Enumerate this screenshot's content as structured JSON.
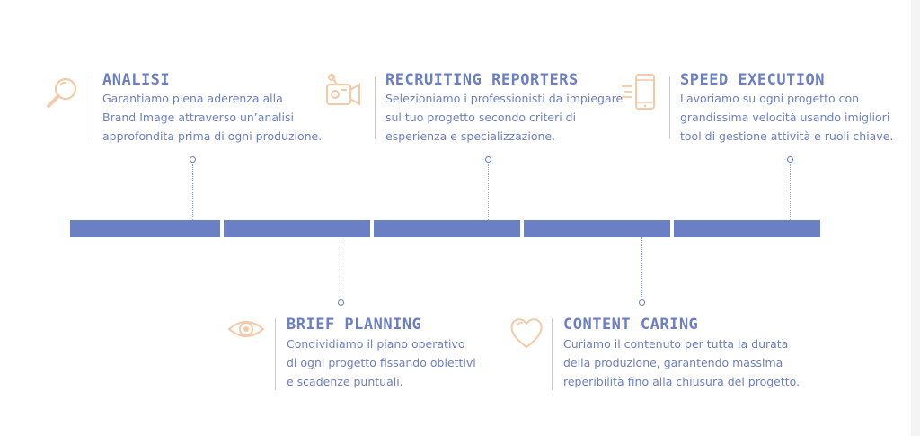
{
  "steps_top": [
    {
      "title": "ANALISI",
      "lines": [
        "Garantiamo piena aderenza alla",
        "Brand Image attraverso un’analisi",
        "approfondita prima di ogni produzione."
      ],
      "icon": "magnifier-icon"
    },
    {
      "title": "RECRUITING REPORTERS",
      "lines": [
        "Selezioniamo i professionisti da impiegare",
        "sul tuo progetto secondo criteri di",
        "esperienza e specializzazione."
      ],
      "icon": "video-camera-icon"
    },
    {
      "title": "SPEED EXECUTION",
      "lines": [
        "Lavoriamo su ogni progetto con",
        "grandissima velocità usando imigliori",
        "tool di gestione attività e ruoli chiave."
      ],
      "icon": "fast-phone-icon"
    }
  ],
  "steps_bottom": [
    {
      "title": "BRIEF PLANNING",
      "lines": [
        "Condividiamo il piano operativo",
        "di ogni progetto fissando obiettivi",
        "e scadenze puntuali."
      ],
      "icon": "eye-icon"
    },
    {
      "title": "CONTENT CARING",
      "lines": [
        "Curiamo il contenuto per tutta la durata",
        "della produzione, garantendo massima",
        "reperibilità fino alla chiusura del progetto."
      ],
      "icon": "heart-icon"
    }
  ],
  "colors": {
    "accent": "#6b7fc4",
    "icon": "#f5c9a6",
    "divider": "#c9cbd3"
  }
}
